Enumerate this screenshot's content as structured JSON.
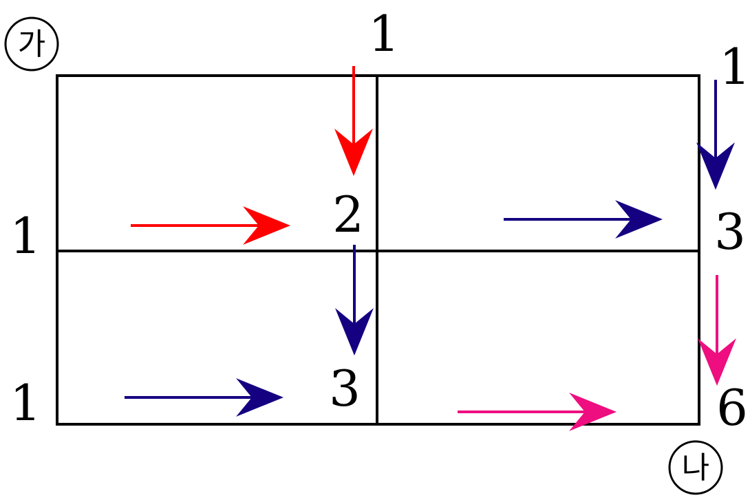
{
  "labels": {
    "start": "가",
    "end": "나",
    "left_top": "1",
    "left_bottom": "1",
    "top_middle": "1",
    "top_right": "1",
    "center_top": "2",
    "center_bottom": "3",
    "right_middle": "3",
    "right_bottom": "6"
  },
  "colors": {
    "grid": "#000000",
    "red": "#ff0000",
    "navy": "#140080",
    "magenta": "#ee0e80"
  }
}
